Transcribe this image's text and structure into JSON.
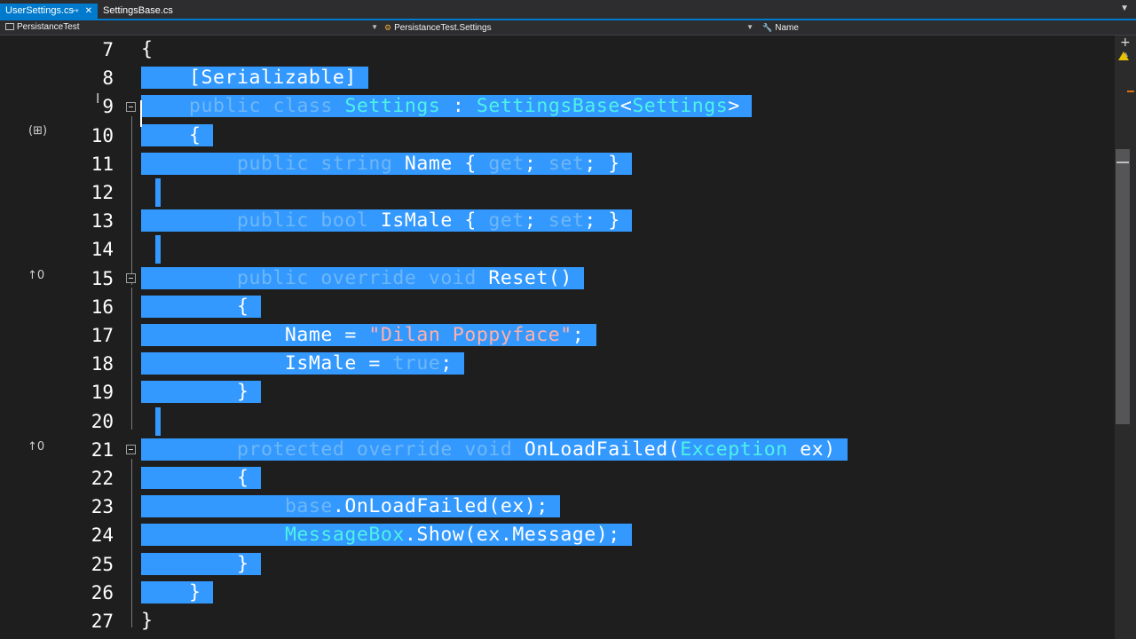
{
  "tabs": [
    {
      "label": "UserSettings.cs",
      "active": true
    },
    {
      "label": "SettingsBase.cs",
      "active": false
    }
  ],
  "tab_icons": {
    "pin": "⇾",
    "close": "✕",
    "overflow": "▼"
  },
  "navbar": {
    "project": "PersistanceTest",
    "type": "PersistanceTest.Settings",
    "member": "Name"
  },
  "lines": [
    {
      "n": "7",
      "code": "{"
    },
    {
      "n": "8",
      "code": "    [Serializable]"
    },
    {
      "n": "9",
      "code": "    public class Settings : SettingsBase<Settings>"
    },
    {
      "n": "10",
      "code": "    {"
    },
    {
      "n": "11",
      "code": "        public string Name { get; set; }"
    },
    {
      "n": "12",
      "code": ""
    },
    {
      "n": "13",
      "code": "        public bool IsMale { get; set; }"
    },
    {
      "n": "14",
      "code": ""
    },
    {
      "n": "15",
      "code": "        public override void Reset()"
    },
    {
      "n": "16",
      "code": "        {"
    },
    {
      "n": "17",
      "code": "            Name = \"Dilan Poppyface\";"
    },
    {
      "n": "18",
      "code": "            IsMale = true;"
    },
    {
      "n": "19",
      "code": "        }"
    },
    {
      "n": "20",
      "code": ""
    },
    {
      "n": "21",
      "code": "        protected override void OnLoadFailed(Exception ex)"
    },
    {
      "n": "22",
      "code": "        {"
    },
    {
      "n": "23",
      "code": "            base.OnLoadFailed(ex);"
    },
    {
      "n": "24",
      "code": "            MessageBox.Show(ex.Message);"
    },
    {
      "n": "25",
      "code": "        }"
    },
    {
      "n": "26",
      "code": "    }"
    },
    {
      "n": "27",
      "code": "}"
    }
  ],
  "override_markers": [
    {
      "line": "15",
      "label": "0"
    },
    {
      "line": "21",
      "label": "0"
    }
  ],
  "colors": {
    "selection": "#3399ff",
    "keyword": "#6fb7f5",
    "type": "#4ef2e4",
    "string": "#ffb0a8",
    "accent": "#007acc"
  }
}
